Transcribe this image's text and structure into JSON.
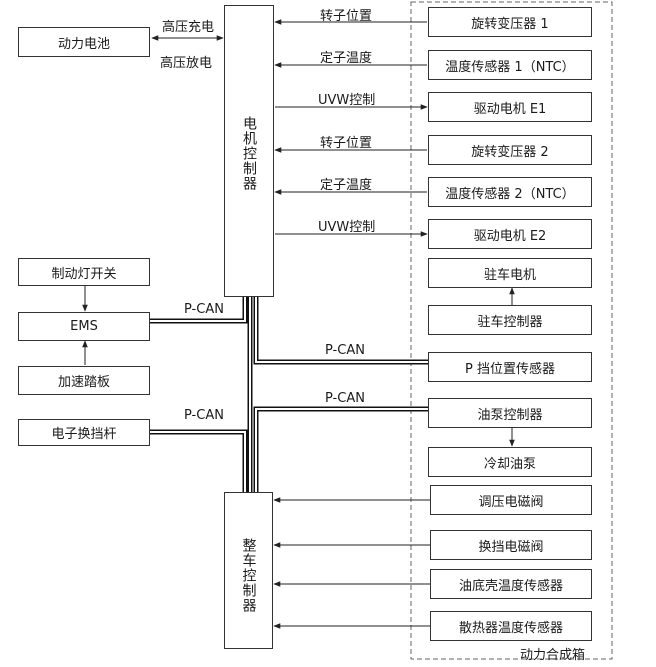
{
  "battery": "动力电池",
  "hv_charge": "高压充电",
  "hv_discharge": "高压放电",
  "motor_ctrl": "电机控制器",
  "vehicle_ctrl": "整车控制器",
  "brake_switch": "制动灯开关",
  "ems": "EMS",
  "accel_pedal": "加速踏板",
  "shifter": "电子换挡杆",
  "pcan": "P-CAN",
  "gearbox": "动力合成箱",
  "right_boxes": {
    "resolver1": "旋转变压器 1",
    "temp1": "温度传感器 1（NTC）",
    "motor_e1": "驱动电机 E1",
    "resolver2": "旋转变压器 2",
    "temp2": "温度传感器 2（NTC）",
    "motor_e2": "驱动电机 E2",
    "park_motor": "驻车电机",
    "park_ctrl": "驻车控制器",
    "p_sensor": "P 挡位置传感器",
    "pump_ctrl": "油泵控制器",
    "cool_pump": "冷却油泵",
    "reg_valve": "调压电磁阀",
    "shift_valve": "换挡电磁阀",
    "pan_temp": "油底壳温度传感器",
    "rad_temp": "散热器温度传感器"
  },
  "signals": {
    "rotor_pos": "转子位置",
    "stator_temp": "定子温度",
    "uvw": "UVW控制"
  }
}
